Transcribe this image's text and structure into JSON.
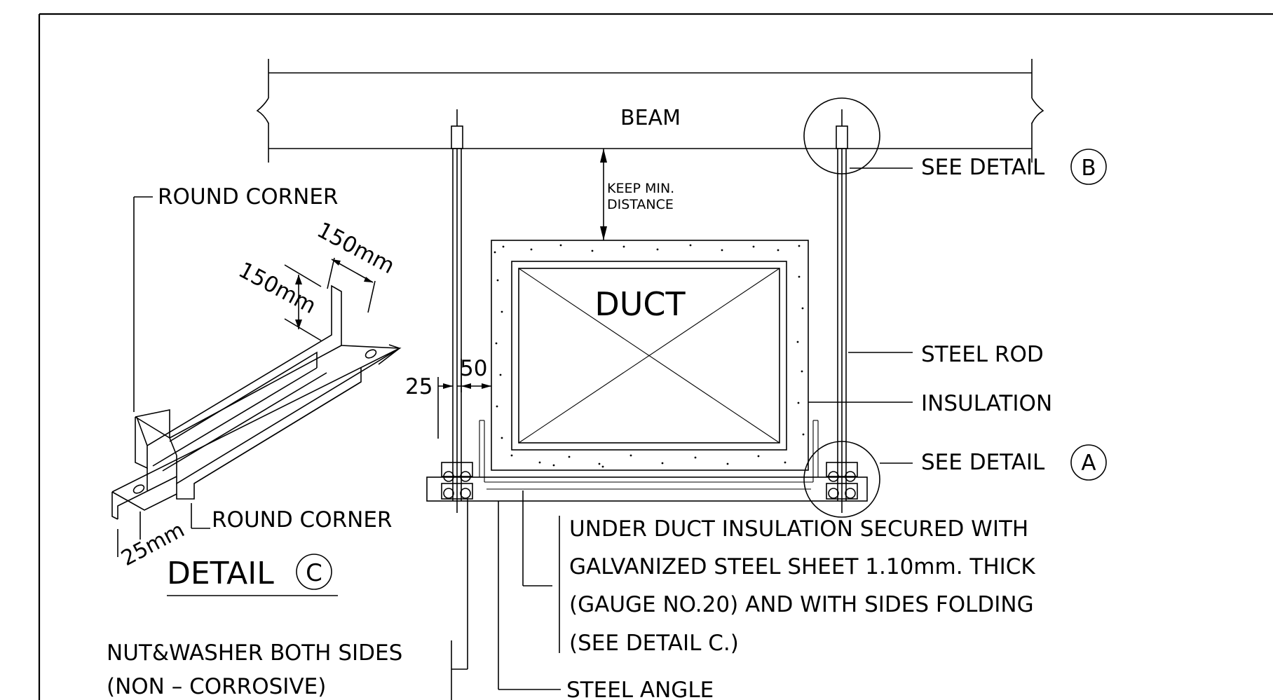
{
  "labels": {
    "beam": "BEAM",
    "keep_min_1": "KEEP MIN.",
    "keep_min_2": "DISTANCE",
    "duct": "DUCT",
    "see_detail_b": "SEE  DETAIL",
    "bubble_b": "B",
    "steel_rod": "STEEL  ROD",
    "insulation": "INSULATION",
    "see_detail_a": "SEE  DETAIL",
    "bubble_a": "A",
    "round_corner_top": "ROUND  CORNER",
    "round_corner_bottom": "ROUND  CORNER",
    "dim_150_top": "150mm",
    "dim_150_side": "150mm",
    "dim_25mm": "25mm",
    "dim_25": "25",
    "dim_50": "50",
    "detail_c": "DETAIL",
    "bubble_c": "C",
    "note_line_1": "UNDER  DUCT  INSULATION  SECURED  WITH",
    "note_line_2": "GALVANIZED  STEEL  SHEET  1.10mm.  THICK",
    "note_line_3": "(GAUGE  NO.20)  AND  WITH  SIDES  FOLDING",
    "note_line_4": "(SEE  DETAIL  C.)",
    "nut_washer_1": "NUT&WASHER  BOTH  SIDES",
    "nut_washer_2": "(NON  –  CORROSIVE)",
    "steel_angle": "STEEL  ANGLE"
  }
}
